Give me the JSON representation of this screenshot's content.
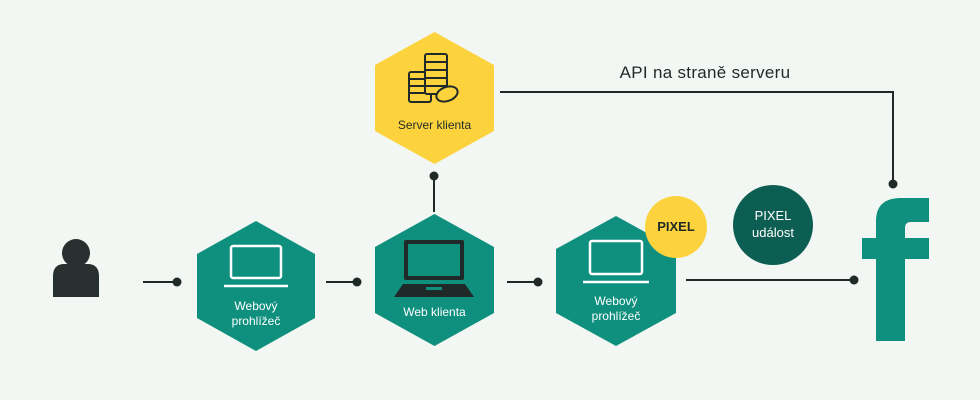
{
  "api_label": "API na straně serveru",
  "server": {
    "label": "Server klienta"
  },
  "browser_left": {
    "line1": "Webový",
    "line2": "prohlížeč"
  },
  "web_client": {
    "label": "Web klienta"
  },
  "browser_right": {
    "line1": "Webový",
    "line2": "prohlížeč"
  },
  "pixel_badge": "PIXEL",
  "pixel_event": {
    "line1": "PIXEL",
    "line2": "událost"
  },
  "colors": {
    "background": "#f2f7f3",
    "teal": "#0f8f7e",
    "dark_teal": "#0d5e52",
    "yellow": "#fdd33d",
    "line": "#1f2a28"
  }
}
